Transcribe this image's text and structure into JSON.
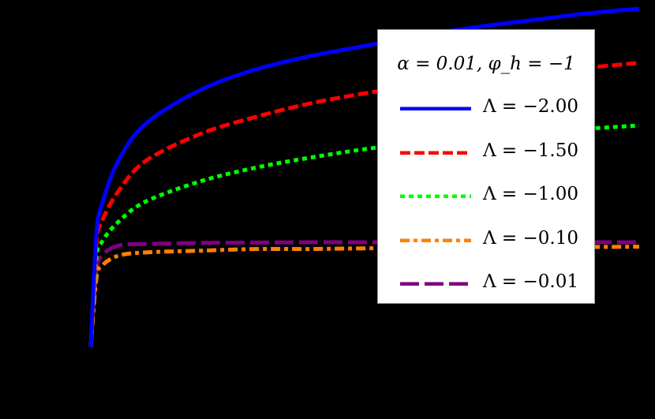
{
  "chart_data": {
    "type": "line",
    "title": "",
    "xlabel": "",
    "ylabel": "",
    "grid": false,
    "legend_position": "upper right (inset)",
    "legend_title": "α = 0.01,  φ_h = −1",
    "x": [
      0.0,
      0.01,
      0.02,
      0.05,
      0.1,
      0.2,
      0.3,
      0.4,
      0.5,
      0.6,
      0.7,
      0.8,
      0.9,
      1.0
    ],
    "series": [
      {
        "name": "Λ = −2.00",
        "color": "#0000ff",
        "style": "solid",
        "values": [
          0.0,
          0.33,
          0.42,
          0.55,
          0.66,
          0.76,
          0.82,
          0.86,
          0.89,
          0.92,
          0.945,
          0.965,
          0.985,
          1.0
        ]
      },
      {
        "name": "Λ = −1.50",
        "color": "#ff0000",
        "style": "dashed",
        "values": [
          0.0,
          0.3,
          0.37,
          0.46,
          0.55,
          0.63,
          0.68,
          0.72,
          0.75,
          0.775,
          0.795,
          0.81,
          0.825,
          0.84
        ]
      },
      {
        "name": "Λ = −1.00",
        "color": "#00ff00",
        "style": "dotted",
        "values": [
          0.0,
          0.26,
          0.31,
          0.37,
          0.43,
          0.49,
          0.53,
          0.56,
          0.585,
          0.605,
          0.62,
          0.635,
          0.645,
          0.655
        ]
      },
      {
        "name": "Λ = −0.10",
        "color": "#ff8000",
        "style": "dashdot",
        "values": [
          0.0,
          0.2,
          0.24,
          0.27,
          0.28,
          0.285,
          0.29,
          0.29,
          0.292,
          0.293,
          0.294,
          0.295,
          0.296,
          0.297
        ]
      },
      {
        "name": "Λ = −0.01",
        "color": "#800080",
        "style": "longdash",
        "values": [
          0.0,
          0.22,
          0.27,
          0.3,
          0.305,
          0.308,
          0.309,
          0.31,
          0.31,
          0.31,
          0.31,
          0.31,
          0.31,
          0.31
        ]
      }
    ]
  },
  "legend": {
    "title": "α = 0.01,  φ_h = −1",
    "items": [
      {
        "label": "Λ = −2.00",
        "color": "#0000ff",
        "style": "solid"
      },
      {
        "label": "Λ = −1.50",
        "color": "#ff0000",
        "style": "dashed"
      },
      {
        "label": "Λ = −1.00",
        "color": "#00ff00",
        "style": "dotted"
      },
      {
        "label": "Λ = −0.10",
        "color": "#ff8000",
        "style": "dashdot"
      },
      {
        "label": "Λ = −0.01",
        "color": "#800080",
        "style": "longdash"
      }
    ]
  }
}
